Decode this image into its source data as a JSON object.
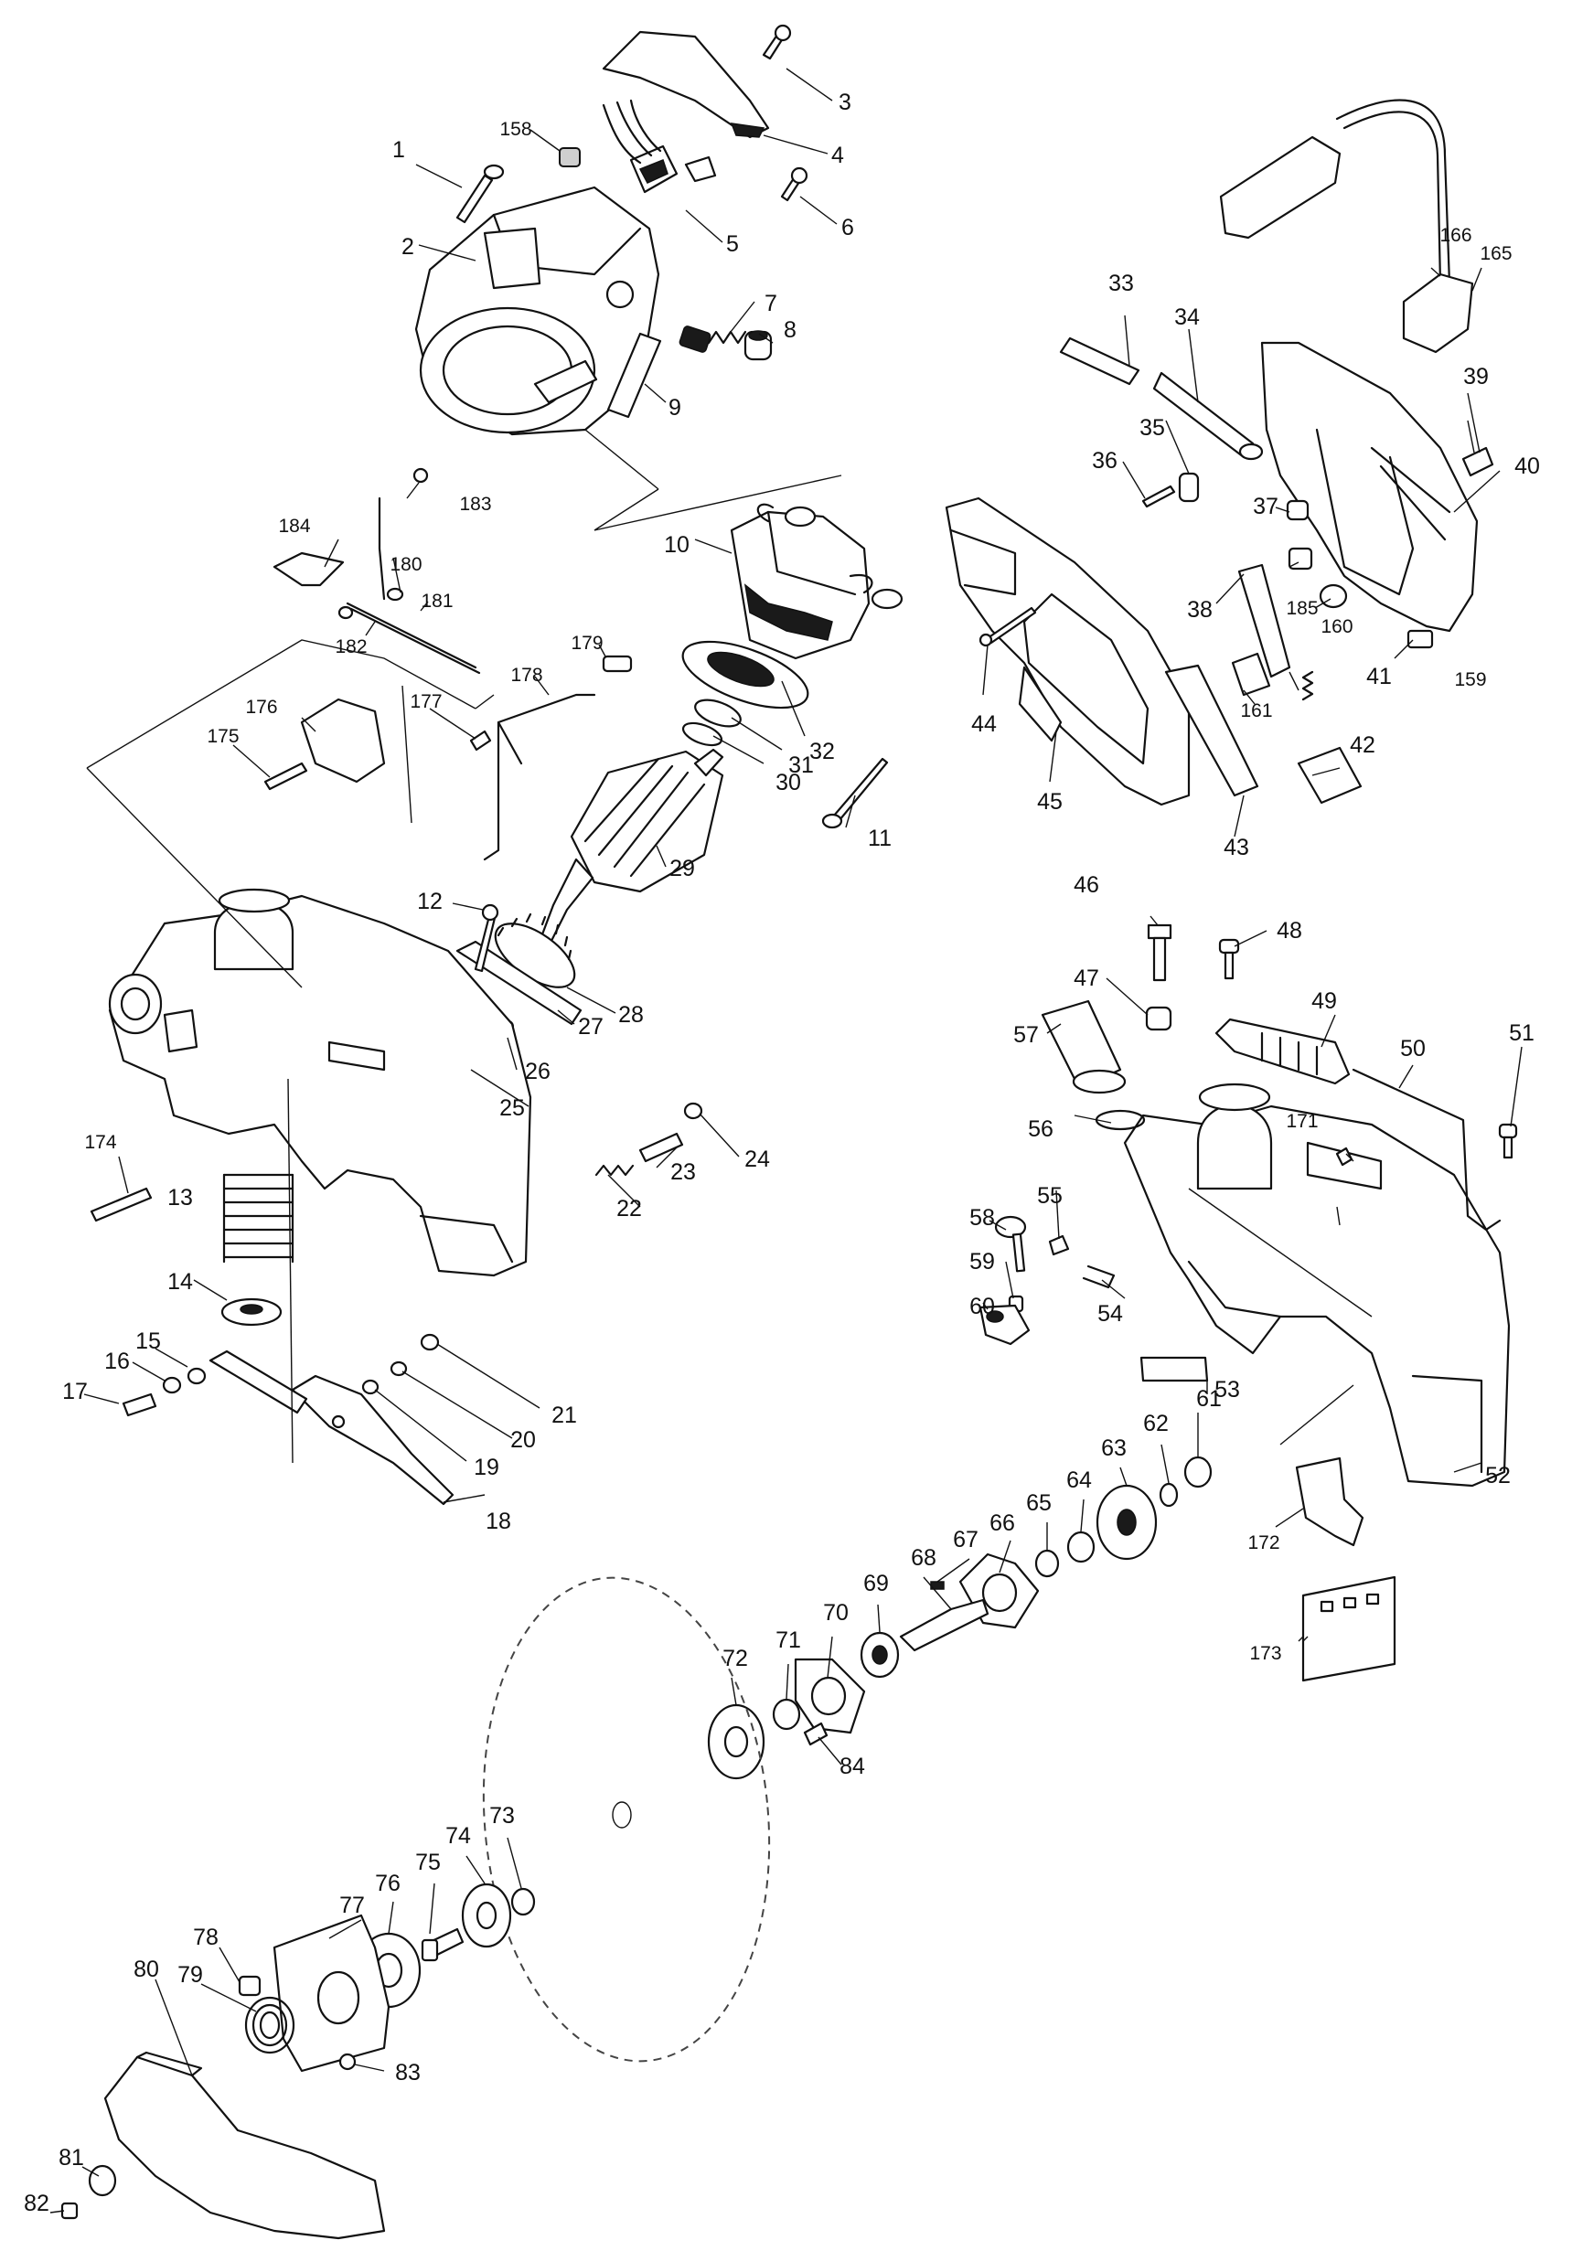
{
  "parts": [
    {
      "no": "1"
    },
    {
      "no": "2"
    },
    {
      "no": "3"
    },
    {
      "no": "4"
    },
    {
      "no": "5"
    },
    {
      "no": "6"
    },
    {
      "no": "7"
    },
    {
      "no": "8"
    },
    {
      "no": "9"
    },
    {
      "no": "10"
    },
    {
      "no": "11"
    },
    {
      "no": "12"
    },
    {
      "no": "13"
    },
    {
      "no": "14"
    },
    {
      "no": "15"
    },
    {
      "no": "16"
    },
    {
      "no": "17"
    },
    {
      "no": "18"
    },
    {
      "no": "19"
    },
    {
      "no": "20"
    },
    {
      "no": "21"
    },
    {
      "no": "22"
    },
    {
      "no": "23"
    },
    {
      "no": "24"
    },
    {
      "no": "25"
    },
    {
      "no": "26"
    },
    {
      "no": "27"
    },
    {
      "no": "28"
    },
    {
      "no": "29"
    },
    {
      "no": "30"
    },
    {
      "no": "31"
    },
    {
      "no": "32"
    },
    {
      "no": "33"
    },
    {
      "no": "34"
    },
    {
      "no": "35"
    },
    {
      "no": "36"
    },
    {
      "no": "37"
    },
    {
      "no": "38"
    },
    {
      "no": "39"
    },
    {
      "no": "40"
    },
    {
      "no": "41"
    },
    {
      "no": "42"
    },
    {
      "no": "43"
    },
    {
      "no": "44"
    },
    {
      "no": "45"
    },
    {
      "no": "46"
    },
    {
      "no": "47"
    },
    {
      "no": "48"
    },
    {
      "no": "49"
    },
    {
      "no": "50"
    },
    {
      "no": "51"
    },
    {
      "no": "52"
    },
    {
      "no": "53"
    },
    {
      "no": "54"
    },
    {
      "no": "55"
    },
    {
      "no": "56"
    },
    {
      "no": "57"
    },
    {
      "no": "58"
    },
    {
      "no": "59"
    },
    {
      "no": "60"
    },
    {
      "no": "61"
    },
    {
      "no": "62"
    },
    {
      "no": "63"
    },
    {
      "no": "64"
    },
    {
      "no": "65"
    },
    {
      "no": "66"
    },
    {
      "no": "67"
    },
    {
      "no": "68"
    },
    {
      "no": "69"
    },
    {
      "no": "70"
    },
    {
      "no": "71"
    },
    {
      "no": "72"
    },
    {
      "no": "73"
    },
    {
      "no": "74"
    },
    {
      "no": "75"
    },
    {
      "no": "76"
    },
    {
      "no": "77"
    },
    {
      "no": "78"
    },
    {
      "no": "79"
    },
    {
      "no": "80"
    },
    {
      "no": "81"
    },
    {
      "no": "82"
    },
    {
      "no": "83"
    },
    {
      "no": "84"
    },
    {
      "no": "158"
    },
    {
      "no": "159"
    },
    {
      "no": "160"
    },
    {
      "no": "161"
    },
    {
      "no": "165"
    },
    {
      "no": "166"
    },
    {
      "no": "171"
    },
    {
      "no": "172"
    },
    {
      "no": "173"
    },
    {
      "no": "174"
    },
    {
      "no": "175"
    },
    {
      "no": "176"
    },
    {
      "no": "177"
    },
    {
      "no": "178"
    },
    {
      "no": "179"
    },
    {
      "no": "180"
    },
    {
      "no": "181"
    },
    {
      "no": "182"
    },
    {
      "no": "183"
    },
    {
      "no": "184"
    },
    {
      "no": "185"
    }
  ]
}
